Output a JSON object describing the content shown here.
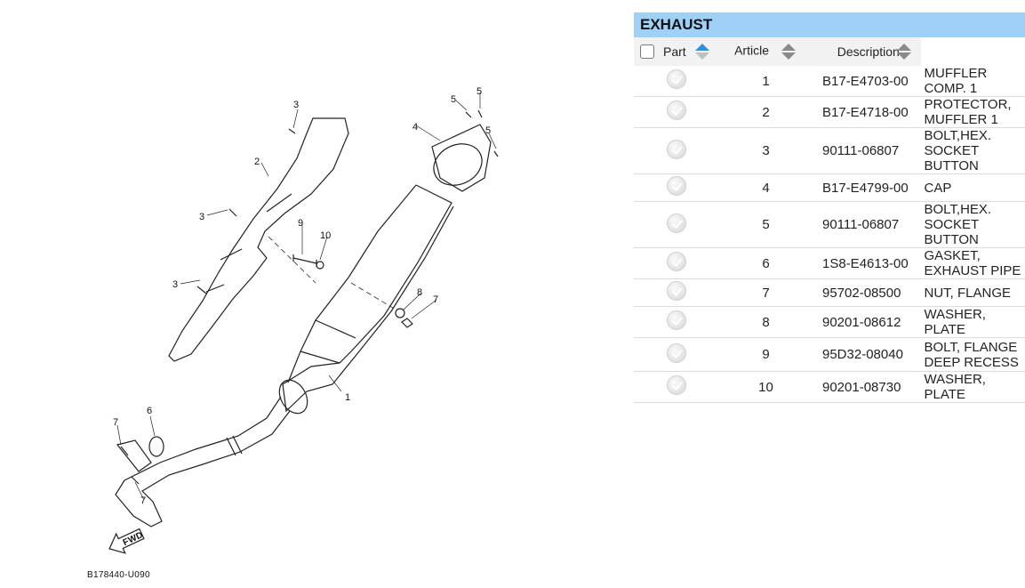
{
  "diagram": {
    "callouts": [
      "1",
      "2",
      "3",
      "3",
      "3",
      "4",
      "5",
      "5",
      "5",
      "6",
      "7",
      "7",
      "7",
      "8",
      "9",
      "10"
    ],
    "forward_label": "FWD",
    "diagram_code": "B178440-U090"
  },
  "parts_panel": {
    "title": "EXHAUST",
    "columns": {
      "part": "Part",
      "article": "Article",
      "description": "Description"
    },
    "rows": [
      {
        "part": "1",
        "article": "B17-E4703-00",
        "description": "MUFFLER COMP. 1"
      },
      {
        "part": "2",
        "article": "B17-E4718-00",
        "description": "PROTECTOR, MUFFLER 1"
      },
      {
        "part": "3",
        "article": "90111-06807",
        "description": "BOLT,HEX. SOCKET BUTTON"
      },
      {
        "part": "4",
        "article": "B17-E4799-00",
        "description": "CAP"
      },
      {
        "part": "5",
        "article": "90111-06807",
        "description": "BOLT,HEX. SOCKET BUTTON"
      },
      {
        "part": "6",
        "article": "1S8-E4613-00",
        "description": "GASKET, EXHAUST PIPE"
      },
      {
        "part": "7",
        "article": "95702-08500",
        "description": "NUT, FLANGE"
      },
      {
        "part": "8",
        "article": "90201-08612",
        "description": "WASHER, PLATE"
      },
      {
        "part": "9",
        "article": "95D32-08040",
        "description": "BOLT, FLANGE DEEP RECESS"
      },
      {
        "part": "10",
        "article": "90201-08730",
        "description": "WASHER, PLATE"
      }
    ]
  },
  "colors": {
    "header_bar": "#9fd0f5",
    "sort_active": "#2f8fd8",
    "table_head": "#f2f2f2"
  }
}
